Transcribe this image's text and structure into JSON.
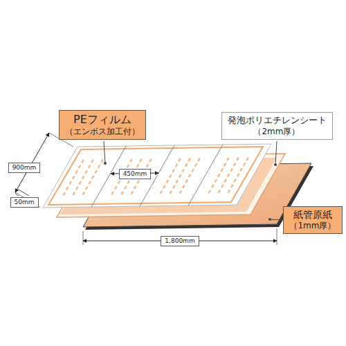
{
  "diagram": {
    "nodes": [
      {
        "text": [
          "PEフィルム",
          "（エンボス加工付）"
        ]
      },
      {
        "text": [
          "発泡ポリエチレンシート",
          "（2mm厚）"
        ]
      },
      {
        "text": [
          "紙管原紙",
          "（1mm厚）"
        ]
      }
    ],
    "labels": [
      "900mm",
      "450mm",
      "50mm",
      "1,800mm"
    ]
  }
}
